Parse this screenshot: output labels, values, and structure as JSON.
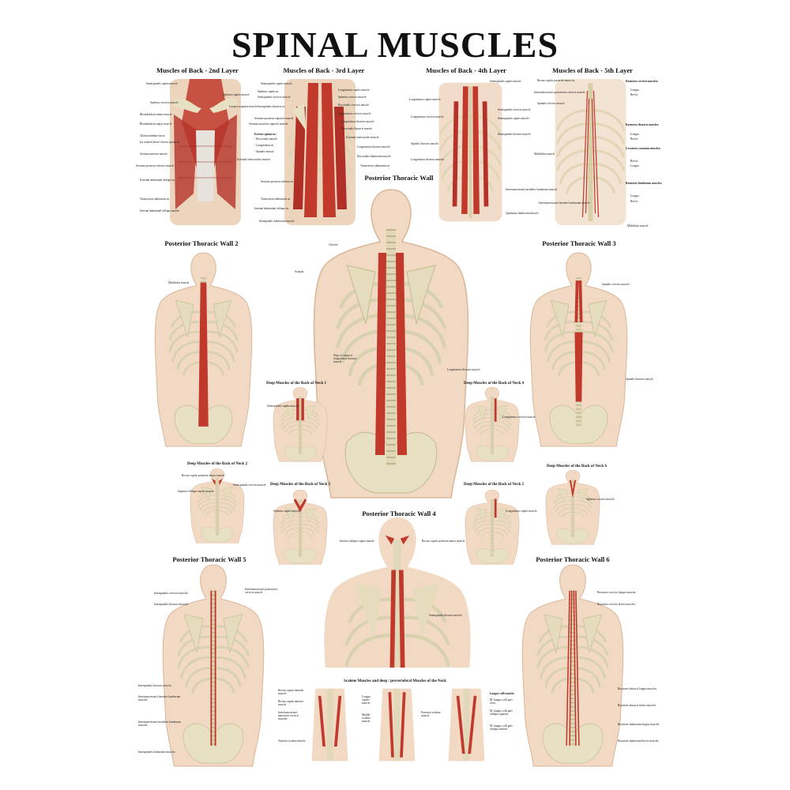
{
  "title": "SPINAL MUSCLES",
  "panels": {
    "l2": {
      "title": "Muscles of Back - 2nd Layer",
      "labels": [
        "Semispinalis capitis muscle",
        "Splenius capitis muscle",
        "Splenius cervicis muscle",
        "Levator scapulae muscle",
        "Rhomboideus minor muscle",
        "Rhomboideus major muscle",
        "Serratus posterior superior muscle",
        "Thoracolumbar fascia",
        "(a) washed above erector spinae m.",
        "Serratus anterior muscle",
        "Serratus posterior inferior muscle",
        "External intercostales muscle",
        "External abdominal oblique m.",
        "Transversus abdominis m.",
        "Internal abdominal oblique muscle"
      ]
    },
    "l3": {
      "title": "Muscles of Back - 3rd Layer",
      "labels": [
        "Semispinalis capitis muscle",
        "Splenius capitis m.",
        "Semispinalis cervicis muscle",
        "Interspinalis thoracis m.",
        "Serratus posterior superior muscle",
        "Erector spinae m.:",
        "- Iliocostalis muscle",
        "- Longissimus m.",
        "- Spinalis muscle",
        "Serratus posterior inferior m.",
        "Transversus abdominis m.",
        "Internal abdominal oblique m.",
        "Intraspinalis lumborum muscle",
        "Longissimus capitis muscle",
        "Splenius cervicis muscle",
        "Iliocostalis cervicis muscle",
        "Longissimus cervicis muscle",
        "Longissimus thoracis muscle",
        "Iliocostalis thoracis muscle",
        "External intercostalis muscle",
        "Longissimus thoracis muscle",
        "Iliocostalis lumborum muscle",
        "Transversus abdominis m."
      ]
    },
    "l4": {
      "title": "Muscles of Back - 4th Layer",
      "labels": [
        "Semispinalis capitis muscle",
        "Longissimus capitis muscle",
        "Semispinalis cervicis muscle",
        "Longissimus cervicis muscle",
        "Semispinalis capitis muscle",
        "Spinalis thoracis muscle",
        "Semispinalis thoracis muscle",
        "Longissimus thoracis muscle",
        "Intertransversarii mediales lumborum muscle",
        "Quadratus lumborum muscle"
      ]
    },
    "l5": {
      "title": "Muscles of Back - 5th Layer",
      "labels": [
        "Rectus capitis posterior minor m.",
        "Intertransversarii posteriores cervicis muscle",
        "Spinalis cervicis muscle",
        "Multifidus muscle",
        "Intertransversarii laterales lumborum muscle",
        "Rotatores cervicis muscles:",
        "Longus",
        "Brevis",
        "Rotatores thoracis muscles:",
        "Longus",
        "Brevis",
        "Levatores costarum muscles:",
        "Brevis",
        "Longus",
        "Rotatores lumborum muscles:",
        "Longus",
        "Brevis",
        "Multifidus muscle"
      ]
    },
    "ptw": {
      "title": "Posterior Thoracic Wall",
      "labels": [
        "Clavicle",
        "Scapula",
        "Slips of origin of longissimus thoracis muscle",
        "Longissimus thoracis muscle"
      ]
    },
    "ptw2": {
      "title": "Posterior Thoracic Wall 2",
      "labels": [
        "Multifidus muscle"
      ]
    },
    "ptw3": {
      "title": "Posterior Thoracic Wall 3",
      "labels": [
        "Spinalis cervicis muscle",
        "Spinalis thoracis muscle"
      ]
    },
    "ptw4": {
      "title": "Posterior Thoracic Wall 4",
      "labels": [
        "Inferior oblique capitis muscle",
        "Rectus capitis posterior minor muscle",
        "Semispinalis thoracis muscle"
      ]
    },
    "ptw5": {
      "title": "Posterior Thoracic Wall 5",
      "labels": [
        "Interspinales cervicis muscles",
        "Intertransversarii posteriores cervicis muscle",
        "Interspinales thoracis muscles",
        "Interspinales thoracis muscle",
        "Intertransversarii laterales lumborum muscles",
        "Intertransversarii mediales lumborum muscles",
        "Interspinales lumborum muscles"
      ]
    },
    "ptw6": {
      "title": "Posterior Thoracic Wall 6",
      "labels": [
        "Rotatores cervicis longus muscles",
        "Rotatores cervicis brevis muscles",
        "Rotatores thoracis longus muscles",
        "Rotatores thoracis brevis muscles",
        "Rotatores lumborum longus muscles",
        "Rotatores lumborum brevis muscles"
      ]
    },
    "n1": {
      "title": "Deep Muscles of the Back of Neck 1",
      "labels": [
        "Semispinalis capitis muscle"
      ]
    },
    "n2": {
      "title": "Deep Muscles of the Back of Neck 2",
      "labels": [
        "Rectus capitis posterior major muscle",
        "Superior oblique capitis muscle",
        "Semispinalis cervicis muscle"
      ]
    },
    "n3": {
      "title": "Deep Muscles of the Back of Neck 3",
      "labels": [
        "Splenius capitis muscle"
      ]
    },
    "n4": {
      "title": "Deep Muscles of the Back of Neck 4",
      "labels": [
        "Longissimus cervicis muscle"
      ]
    },
    "n5": {
      "title": "Deep Muscles of the Back of Neck 5",
      "labels": [
        "Longissimus capitis muscle"
      ]
    },
    "n6": {
      "title": "Deep Muscles of the Back of Neck 6",
      "labels": [
        "Splenius cervicis muscle"
      ]
    },
    "scal": {
      "title": "Scalene Muscles and deep / prevertebral Muscles of the Neck",
      "labels": [
        "Rectus capitis lateralis muscle",
        "Rectus capitis anterior muscle",
        "Intertransversarii anteriores cervicis muscles",
        "Anterior scalene muscle",
        "Longus capitis muscle",
        "Middle scalene muscle",
        "Posterior scalene muscle",
        "Longus colli muscle:",
        "M. longus colli pars recta",
        "M. longus colli pars obliqua superior",
        "M. longus colli pars obliqua inferior"
      ]
    }
  }
}
